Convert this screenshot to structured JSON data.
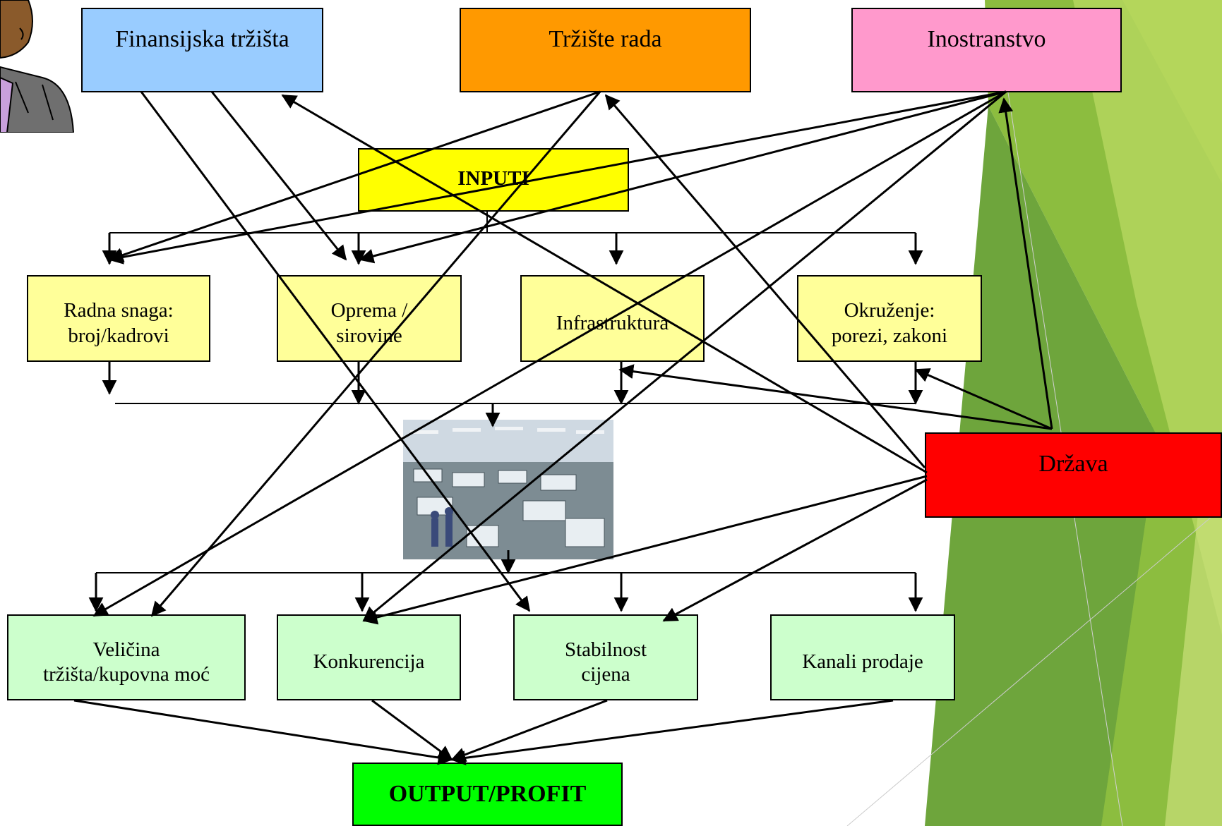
{
  "colors": {
    "blue": "#99ccff",
    "orange": "#ff9900",
    "pink": "#ff99cc",
    "yellow": "#ffff00",
    "light_yellow": "#ffff99",
    "red": "#ff0000",
    "light_green": "#ccffcc",
    "green": "#00ff00",
    "deco_green_dark": "#6ea53c",
    "deco_green_light": "#a8cf45"
  },
  "sources": {
    "financial_markets": "Finansijska tržišta",
    "labor_market": "Tržište rada",
    "abroad": "Inostranstvo"
  },
  "inputs_title": "INPUTI",
  "inputs": {
    "labor": [
      "Radna snaga:",
      "broj/kadrovi"
    ],
    "equipment": [
      "Oprema /",
      "sirovine"
    ],
    "infrastructure": [
      "Infrastruktura"
    ],
    "environment": [
      "Okruženje:",
      "porezi, zakoni"
    ]
  },
  "state": "Država",
  "outputs": {
    "market_size": [
      "Veličina",
      "tržišta/kupovna moć"
    ],
    "competition": [
      "Konkurencija"
    ],
    "price_stability": [
      "Stabilnost",
      "cijena"
    ],
    "sales_channels": [
      "Kanali prodaje"
    ]
  },
  "output_profit": "OUTPUT/PROFIT",
  "icons": {
    "factory": "factory-photo",
    "avatar": "businessman-clipart-icon"
  }
}
